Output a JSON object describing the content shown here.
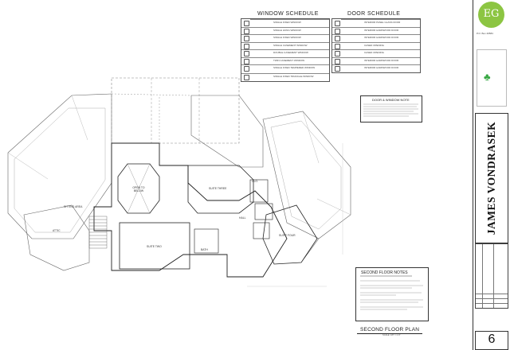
{
  "window_schedule": {
    "title": "WINDOW SCHEDULE",
    "rows": [
      {
        "code": "",
        "desc": "SINGLE FIXED WINDOW"
      },
      {
        "code": "",
        "desc": "SINGLE HUNG WINDOW"
      },
      {
        "code": "",
        "desc": "SINGLE FIXED WINDOW"
      },
      {
        "code": "",
        "desc": "SINGLE CASEMENT WINDOW"
      },
      {
        "code": "",
        "desc": "DOUBLE CASEMENT WINDOW"
      },
      {
        "code": "",
        "desc": "TWIN CASEMENT WINDOW"
      },
      {
        "code": "",
        "desc": "SINGLE FIXED TEMPERED WINDOW"
      },
      {
        "code": "",
        "desc": "SINGLE FIXED TRIANGLE WINDOW"
      }
    ]
  },
  "door_schedule": {
    "title": "DOOR SCHEDULE",
    "rows": [
      {
        "code": "",
        "desc": "INTERIOR PANEL GLASS DOOR"
      },
      {
        "code": "",
        "desc": "INTERIOR HARDWOOD DOOR"
      },
      {
        "code": "",
        "desc": "INTERIOR HARDWOOD DOOR"
      },
      {
        "code": "",
        "desc": "CASED OPENING"
      },
      {
        "code": "",
        "desc": "CASED OPENING"
      },
      {
        "code": "",
        "desc": "INTERIOR HARDWOOD DOOR"
      },
      {
        "code": "",
        "desc": "INTERIOR HARDWOOD DOOR"
      }
    ]
  },
  "door_window_note": {
    "title": "DOOR & WINDOW NOTE"
  },
  "second_floor_notes": {
    "title": "SECOND FLOOR NOTES"
  },
  "plan": {
    "title": "SECOND FLOOR PLAN",
    "scale": "SCALE: 1/8\" = 1'-0\""
  },
  "rooms": {
    "open_to_below": "OPEN TO BELOW",
    "suite_three": "SUITE THREE",
    "suite_two": "SUITE TWO",
    "suite_four": "SUITE FOUR",
    "sitting_area": "SITTING AREA",
    "attic": "ATTIC",
    "bath": "BATH",
    "hall": "HALL",
    "clo": "CLO."
  },
  "title_block": {
    "logo_letters": "EG",
    "address_1": "P.O. Box 40584",
    "address_2": "",
    "owner_name": "JAMES VONDRASEK",
    "sheet_number": "6"
  }
}
